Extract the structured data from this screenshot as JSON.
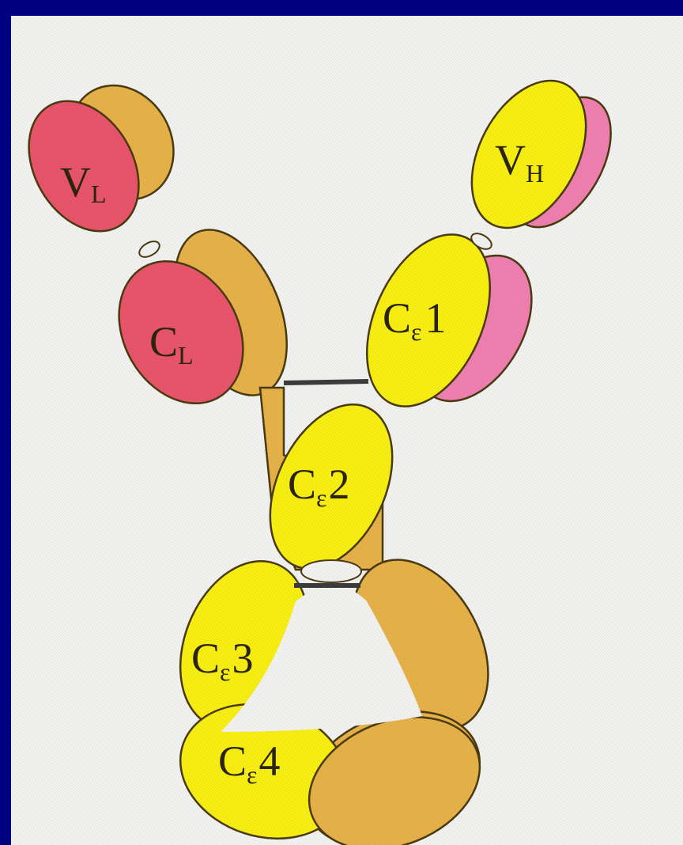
{
  "diagram": {
    "labels": {
      "vl": {
        "main": "V",
        "sub": "L"
      },
      "cl": {
        "main": "C",
        "sub": "L"
      },
      "vh": {
        "main": "V",
        "sub": "H"
      },
      "ce1": {
        "main": "C",
        "sub": "ε",
        "num": "1"
      },
      "ce2": {
        "main": "C",
        "sub": "ε",
        "num": "2"
      },
      "ce3": {
        "main": "C",
        "sub": "ε",
        "num": "3"
      },
      "ce4": {
        "main": "C",
        "sub": "ε",
        "num": "4"
      }
    },
    "colors": {
      "background": "#000080",
      "panel": "#f1f1ef",
      "light_chain_left": "#e8556b",
      "light_chain_right": "#ee7fae",
      "heavy_chain_yellow": "#f7ee12",
      "heavy_chain_tan": "#e5b148",
      "disulfide_bond": "#3c3c3c",
      "outline": "#4a3a10"
    }
  }
}
